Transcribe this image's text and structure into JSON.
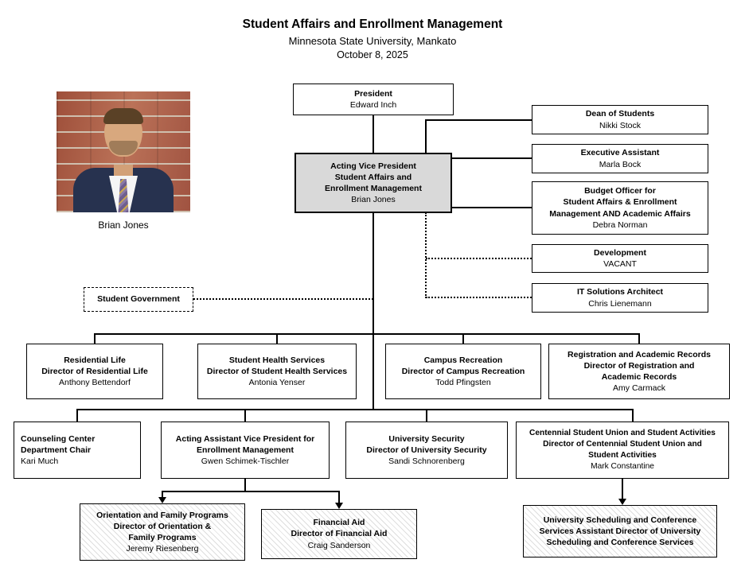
{
  "header": {
    "title": "Student Affairs and Enrollment Management",
    "subtitle": "Minnesota State University, Mankato",
    "date": "October 8, 2025"
  },
  "photo": {
    "caption": "Brian Jones"
  },
  "colors": {
    "vp_fill": "#d9d9d9",
    "line": "#000000",
    "background": "#ffffff"
  },
  "nodes": {
    "president": {
      "lines": [
        "President"
      ],
      "name": "Edward Inch"
    },
    "vp": {
      "lines": [
        "Acting Vice President",
        "Student Affairs and",
        "Enrollment Management"
      ],
      "name": "Brian Jones"
    },
    "dean": {
      "lines": [
        "Dean of Students"
      ],
      "name": "Nikki Stock"
    },
    "exec_assistant": {
      "lines": [
        "Executive Assistant"
      ],
      "name": "Marla Bock"
    },
    "budget_officer": {
      "lines": [
        "Budget Officer for",
        "Student Affairs & Enrollment",
        "Management AND Academic Affairs"
      ],
      "name": "Debra Norman"
    },
    "development": {
      "lines": [
        "Development"
      ],
      "name": "VACANT"
    },
    "it_architect": {
      "lines": [
        "IT Solutions Architect"
      ],
      "name": "Chris Lienemann"
    },
    "student_government": {
      "lines": [
        "Student Government"
      ]
    },
    "residential_life": {
      "lines": [
        "Residential Life",
        "Director of Residential Life"
      ],
      "name": "Anthony Bettendorf"
    },
    "student_health": {
      "lines": [
        "Student Health Services",
        "Director of Student Health Services"
      ],
      "name": "Antonia Yenser"
    },
    "campus_recreation": {
      "lines": [
        "Campus Recreation",
        "Director of Campus Recreation"
      ],
      "name": "Todd Pfingsten"
    },
    "registration": {
      "lines": [
        "Registration and Academic Records",
        "Director of Registration and",
        "Academic Records"
      ],
      "name": "Amy Carmack"
    },
    "counseling": {
      "lines": [
        "Counseling Center",
        "Department Chair"
      ],
      "name": "Kari Much"
    },
    "enrollment_avp": {
      "lines": [
        "Acting Assistant Vice President for",
        "Enrollment Management"
      ],
      "name": "Gwen Schimek-Tischler"
    },
    "university_security": {
      "lines": [
        "University Security",
        "Director of University Security"
      ],
      "name": "Sandi Schnorenberg"
    },
    "centennial": {
      "lines": [
        "Centennial Student Union and Student Activities",
        "Director of Centennial Student Union and",
        "Student Activities"
      ],
      "name": "Mark Constantine"
    },
    "orientation": {
      "lines": [
        "Orientation and Family Programs",
        "Director of Orientation &",
        "Family Programs"
      ],
      "name": "Jeremy Riesenberg"
    },
    "financial_aid": {
      "lines": [
        "Financial Aid",
        "Director of Financial Aid"
      ],
      "name": "Craig Sanderson"
    },
    "scheduling": {
      "lines": [
        "University Scheduling and Conference",
        "Services Assistant Director of University",
        "Scheduling and Conference Services"
      ]
    }
  }
}
